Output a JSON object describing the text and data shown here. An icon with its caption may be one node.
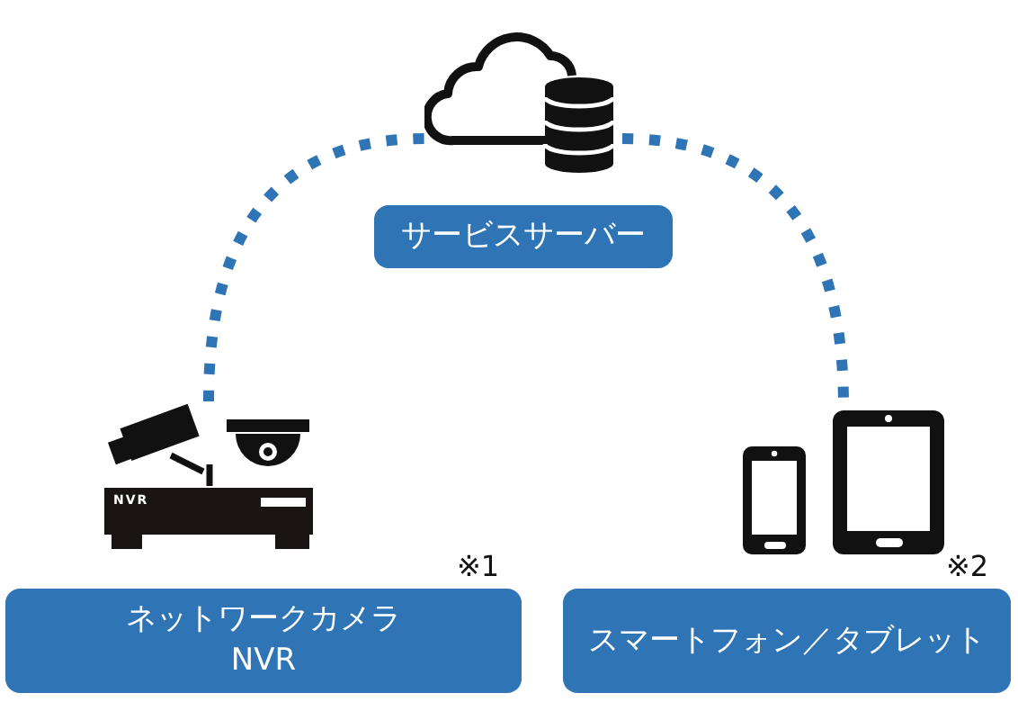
{
  "diagram": {
    "nodes": [
      {
        "text": [],
        "shape": "picture"
      },
      {
        "text": [
          "サービスサーバー"
        ]
      },
      {
        "text": [],
        "shape": "picture"
      },
      {
        "text": [
          "ネットワークカメラ",
          "NVR"
        ],
        "beside": [
          "※1"
        ]
      },
      {
        "text": [],
        "shape": "picture"
      },
      {
        "text": [
          "スマートフォン／タブレット"
        ],
        "beside": [
          "※2"
        ]
      }
    ],
    "edges": [
      {
        "from": 2,
        "to": 0,
        "arrow": "none",
        "style": "dashed"
      },
      {
        "from": 0,
        "to": 4,
        "arrow": "none",
        "style": "dashed"
      }
    ],
    "labels": [
      "NVR"
    ]
  }
}
